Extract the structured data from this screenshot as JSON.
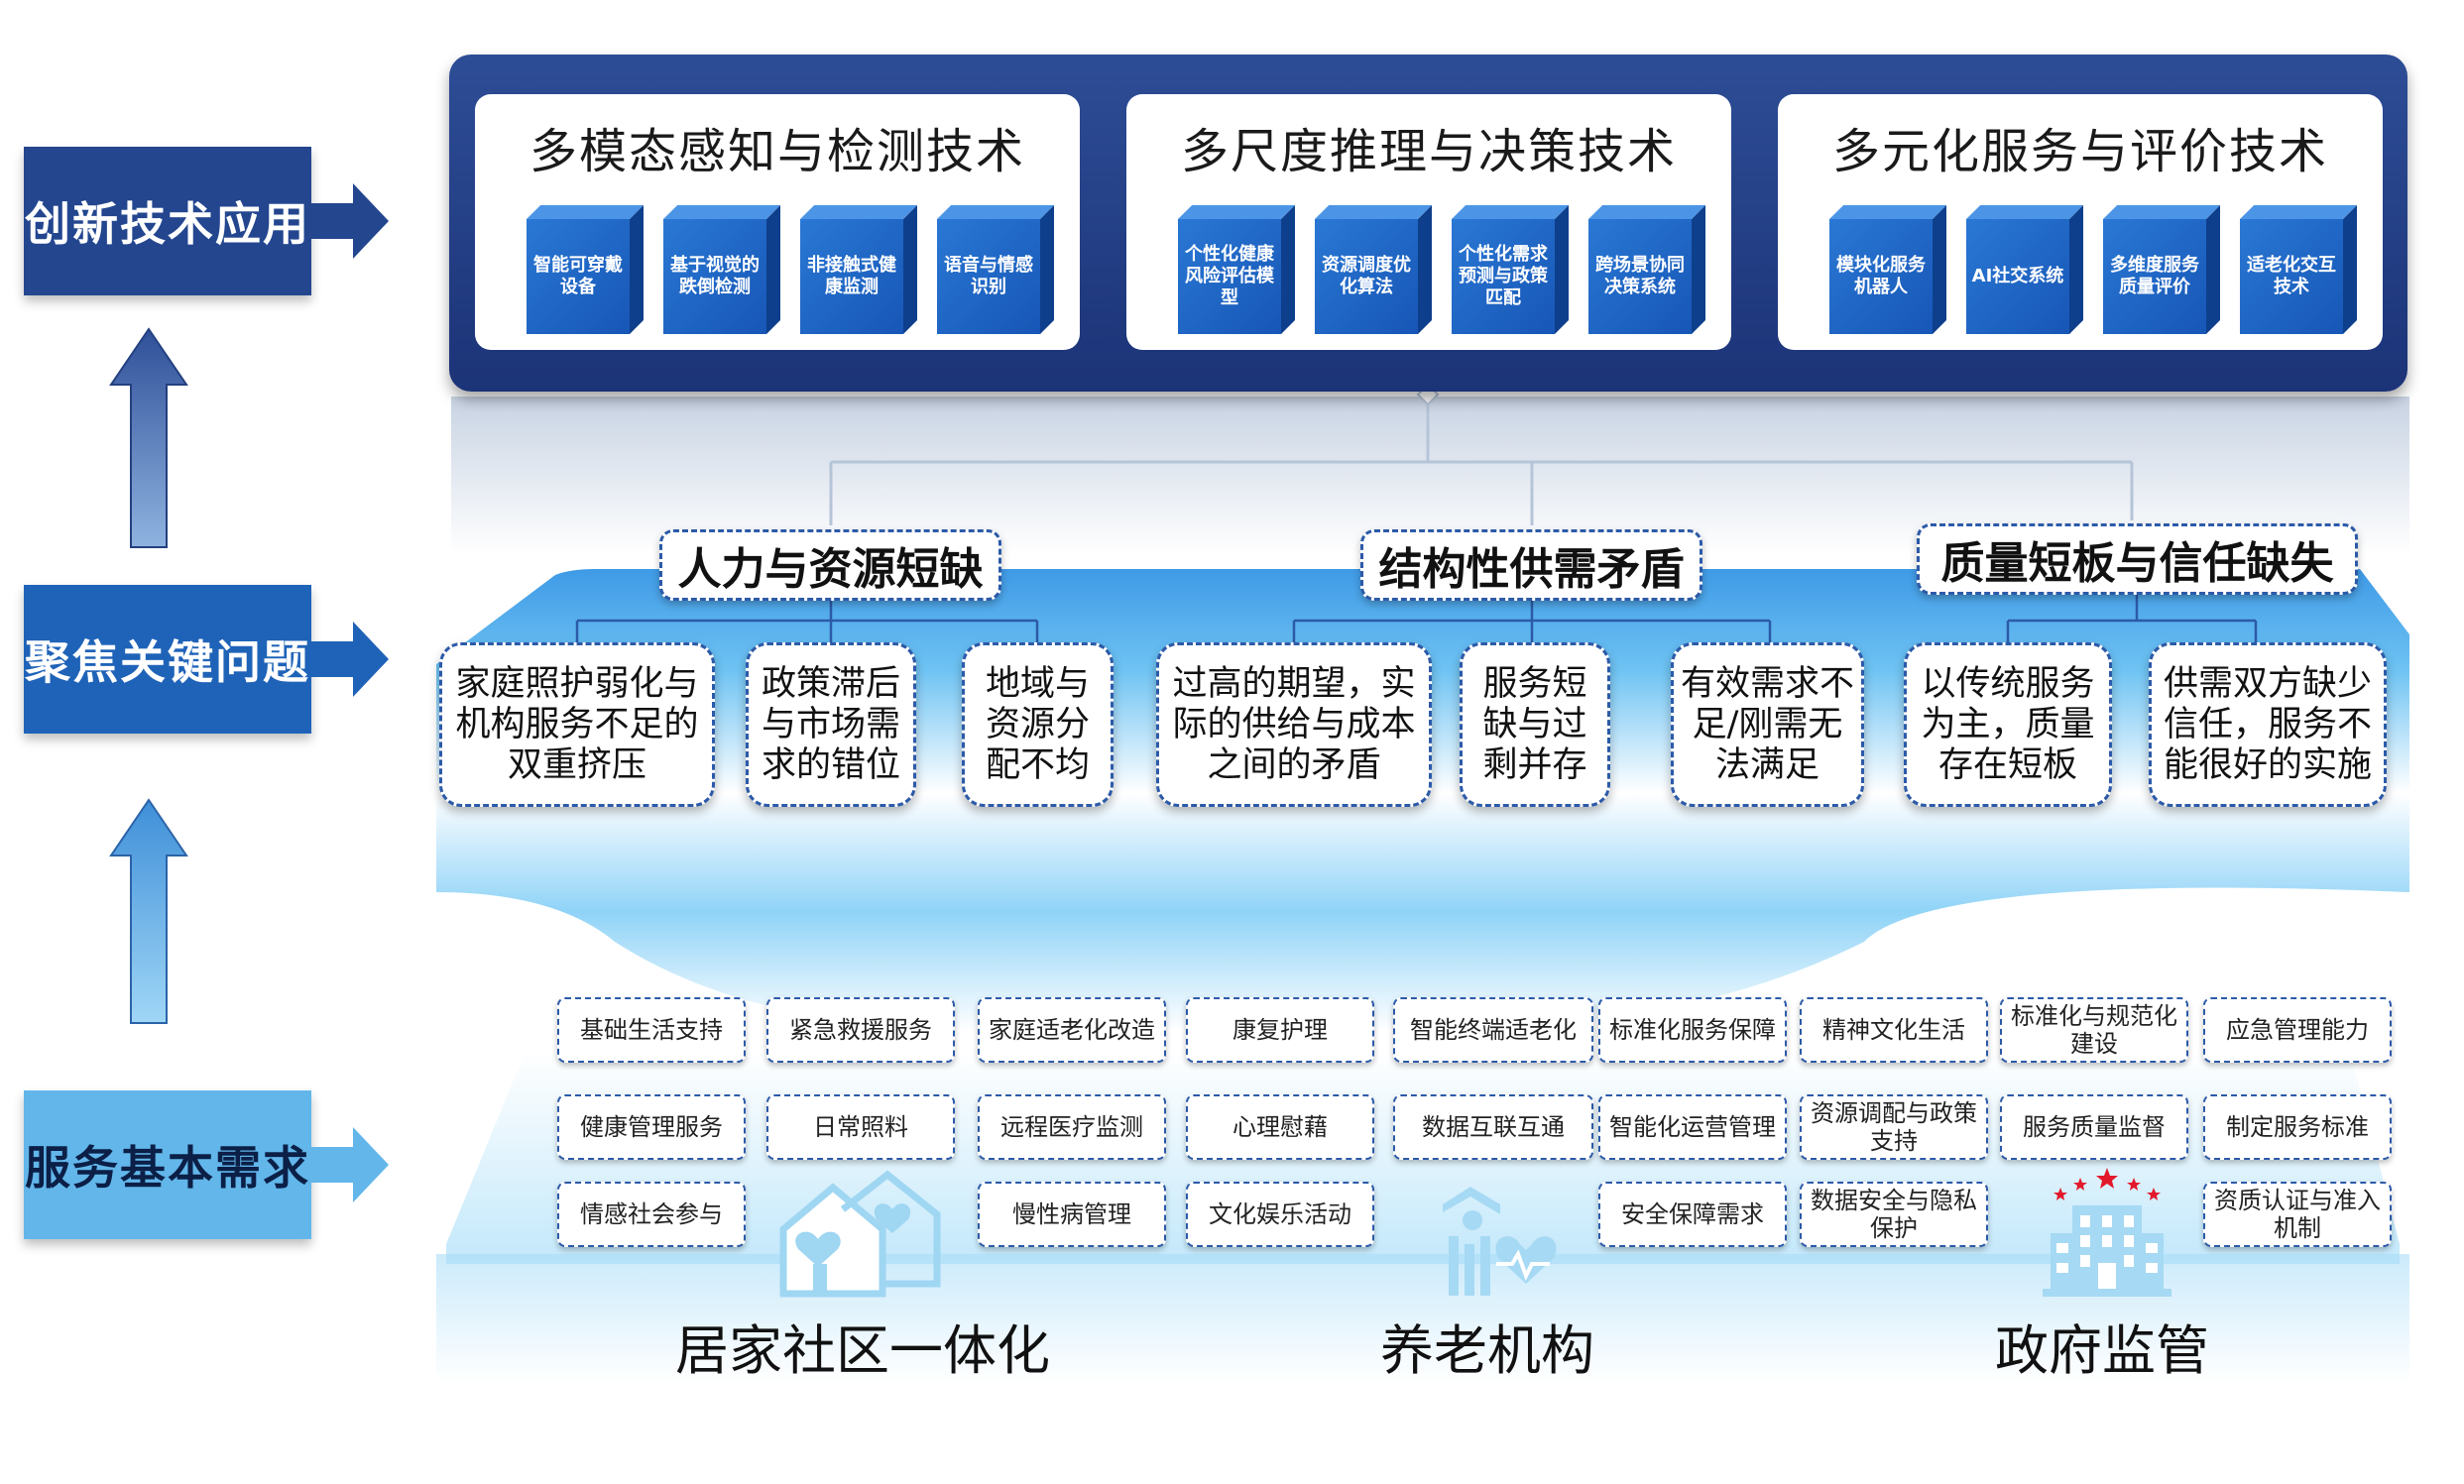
{
  "side_labels": {
    "innovation": "创新技术应用",
    "focus": "聚焦关键问题",
    "needs": "服务基本需求"
  },
  "tech_groups": [
    {
      "title": "多模态感知与检测技术",
      "items": [
        "智能可穿戴设备",
        "基于视觉的跌倒检测",
        "非接触式健康监测",
        "语音与情感识别"
      ]
    },
    {
      "title": "多尺度推理与决策技术",
      "items": [
        "个性化健康风险评估模型",
        "资源调度优化算法",
        "个性化需求预测与政策匹配",
        "跨场景协同决策系统"
      ]
    },
    {
      "title": "多元化服务与评价技术",
      "items": [
        "模块化服务机器人",
        "AI社交系统",
        "多维度服务质量评价",
        "适老化交互技术"
      ]
    }
  ],
  "problem_groups": [
    {
      "title": "人力与资源短缺",
      "items": [
        "家庭照护弱化与机构服务不足的双重挤压",
        "政策滞后与市场需求的错位",
        "地域与资源分配不均"
      ]
    },
    {
      "title": "结构性供需矛盾",
      "items": [
        "过高的期望，实际的供给与成本之间的矛盾",
        "服务短缺与过剩并存",
        "有效需求不足/刚需无法满足"
      ]
    },
    {
      "title": "质量短板与信任缺失",
      "items": [
        "以传统服务为主，质量存在短板",
        "供需双方缺少信任，服务不能很好的实施"
      ]
    }
  ],
  "needs_rows": [
    [
      "基础生活支持",
      "紧急救援服务",
      "家庭适老化改造",
      "康复护理",
      "智能终端适老化",
      "标准化服务保障",
      "精神文化生活",
      "标准化与规范化建设",
      "应急管理能力"
    ],
    [
      "健康管理服务",
      "日常照料",
      "远程医疗监测",
      "心理慰藉",
      "数据互联互通",
      "智能化运营管理",
      "资源调配与政策支持",
      "服务质量监督",
      "制定服务标准"
    ],
    [
      "情感社会参与",
      "",
      "慢性病管理",
      "文化娱乐活动",
      "",
      "安全保障需求",
      "数据安全与隐私保护",
      "",
      "资质认证与准入机制"
    ]
  ],
  "scenarios": [
    "居家社区一体化",
    "养老机构",
    "政府监管"
  ],
  "colors": {
    "innovation_label": "#23468f",
    "focus_label": "#1f63b8",
    "needs_label": "#62b6ea",
    "tech_band": "#23418a",
    "cube": "#1d63c2",
    "dashed_border": "#2c5aa8"
  }
}
